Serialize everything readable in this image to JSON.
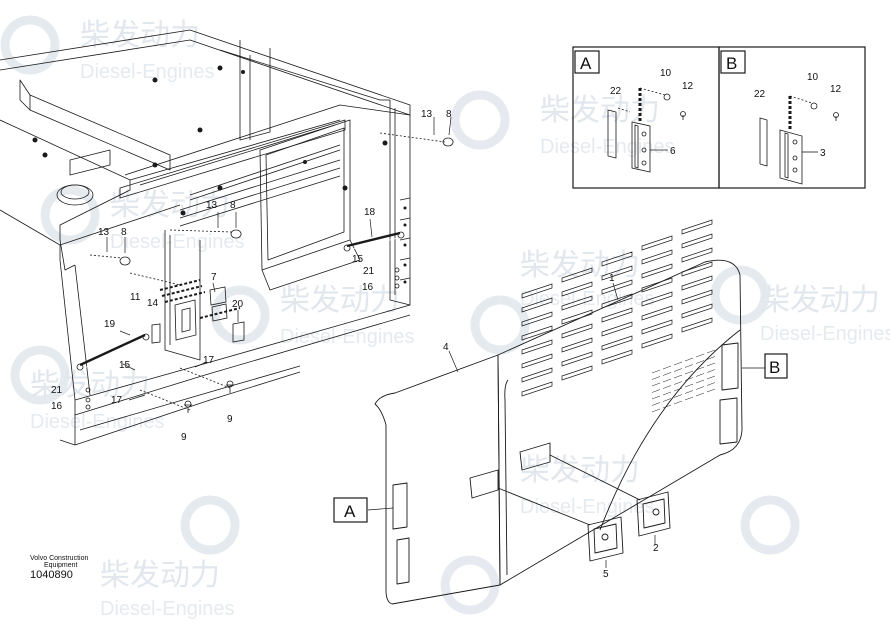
{
  "document": {
    "maker_line1": "Volvo Construction",
    "maker_line2": "Equipment",
    "drawing_number": "1040890"
  },
  "watermark": {
    "cn": "柴发动力",
    "en": "Diesel-Engines"
  },
  "detail_views": [
    {
      "label": "A",
      "callouts": [
        "22",
        "10",
        "12",
        "6"
      ]
    },
    {
      "label": "B",
      "callouts": [
        "22",
        "10",
        "12",
        "3"
      ]
    }
  ],
  "callouts": {
    "c1": "1",
    "c2": "2",
    "c4": "4",
    "c5": "5",
    "c7": "7",
    "c8a": "8",
    "c8b": "8",
    "c8c": "8",
    "c9a": "9",
    "c9b": "9",
    "c11": "11",
    "c13a": "13",
    "c13b": "13",
    "c13c": "13",
    "c14": "14",
    "c15a": "15",
    "c15b": "15",
    "c16a": "16",
    "c16b": "16",
    "c17a": "17",
    "c17b": "17",
    "c18": "18",
    "c19": "19",
    "c20": "20",
    "c21a": "21",
    "c21b": "21"
  },
  "view_tags": {
    "a": "A",
    "b": "B"
  },
  "colors": {
    "line": "#1a1a1a",
    "watermark": "#dfe5ec"
  }
}
